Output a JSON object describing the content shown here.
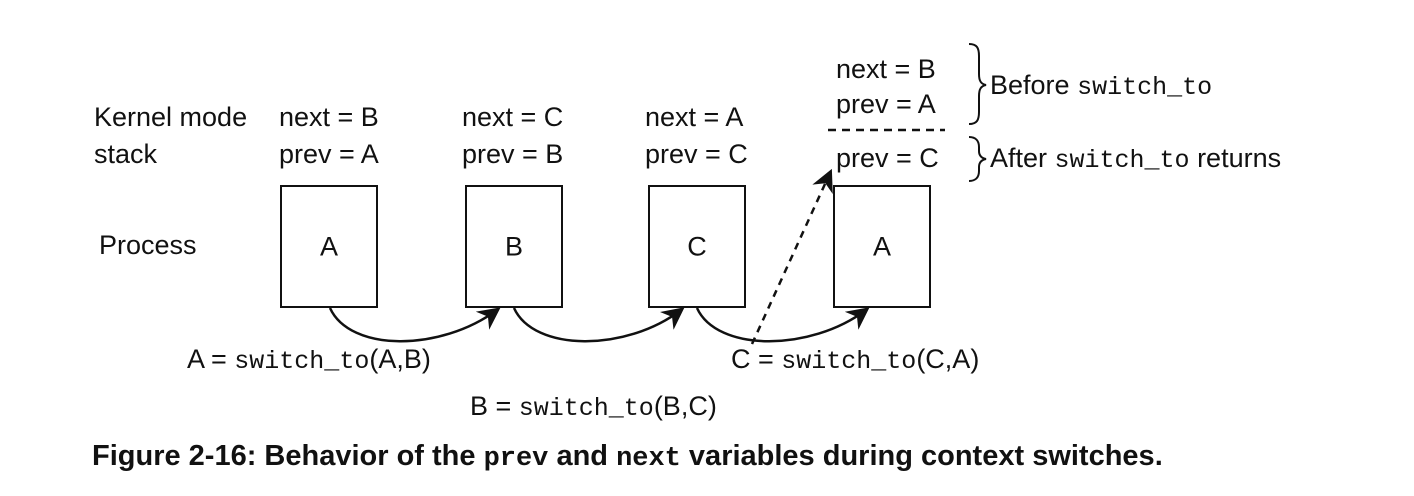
{
  "row_labels": {
    "kernel_line1": "Kernel mode",
    "kernel_line2": "stack",
    "process": "Process"
  },
  "columns": [
    {
      "next": "next = B",
      "prev": "prev = A",
      "process": "A"
    },
    {
      "next": "next = C",
      "prev": "prev = B",
      "process": "B"
    },
    {
      "next": "next = A",
      "prev": "prev = C",
      "process": "C"
    },
    {
      "next_before": "next = B",
      "prev_before": "prev = A",
      "prev_after": "prev = C",
      "process": "A"
    }
  ],
  "brackets": {
    "before": {
      "text": "Before ",
      "code": "switch_to"
    },
    "after": {
      "text": "After ",
      "code": "switch_to",
      "suffix": " returns"
    }
  },
  "switches": [
    {
      "lhs": "A = ",
      "code": "switch_to",
      "args": "(A,B)"
    },
    {
      "lhs": "B = ",
      "code": "switch_to",
      "args": "(B,C)"
    },
    {
      "lhs": "C = ",
      "code": "switch_to",
      "args": "(C,A)"
    }
  ],
  "caption": {
    "part1": "Figure 2-16: Behavior of the ",
    "code1": "prev",
    "part2": " and ",
    "code2": "next",
    "part3": " variables during context switches."
  }
}
